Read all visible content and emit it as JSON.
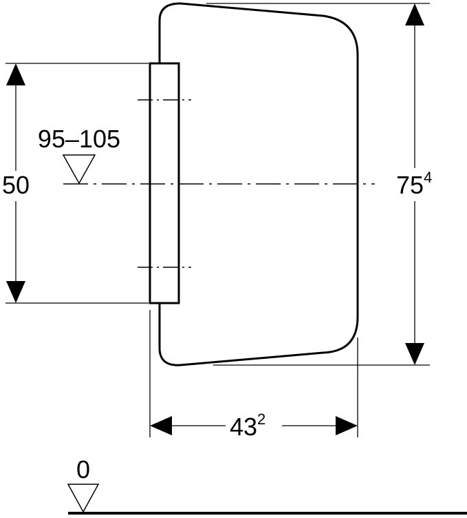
{
  "dimensions": {
    "fixing_height_label": "50",
    "axis_height_label": "95–105",
    "total_height_main": "75",
    "total_height_sup": "4",
    "depth_main": "43",
    "depth_sup": "2",
    "floor_level_label": "0"
  },
  "colors": {
    "stroke": "#000000",
    "background": "#ffffff"
  }
}
